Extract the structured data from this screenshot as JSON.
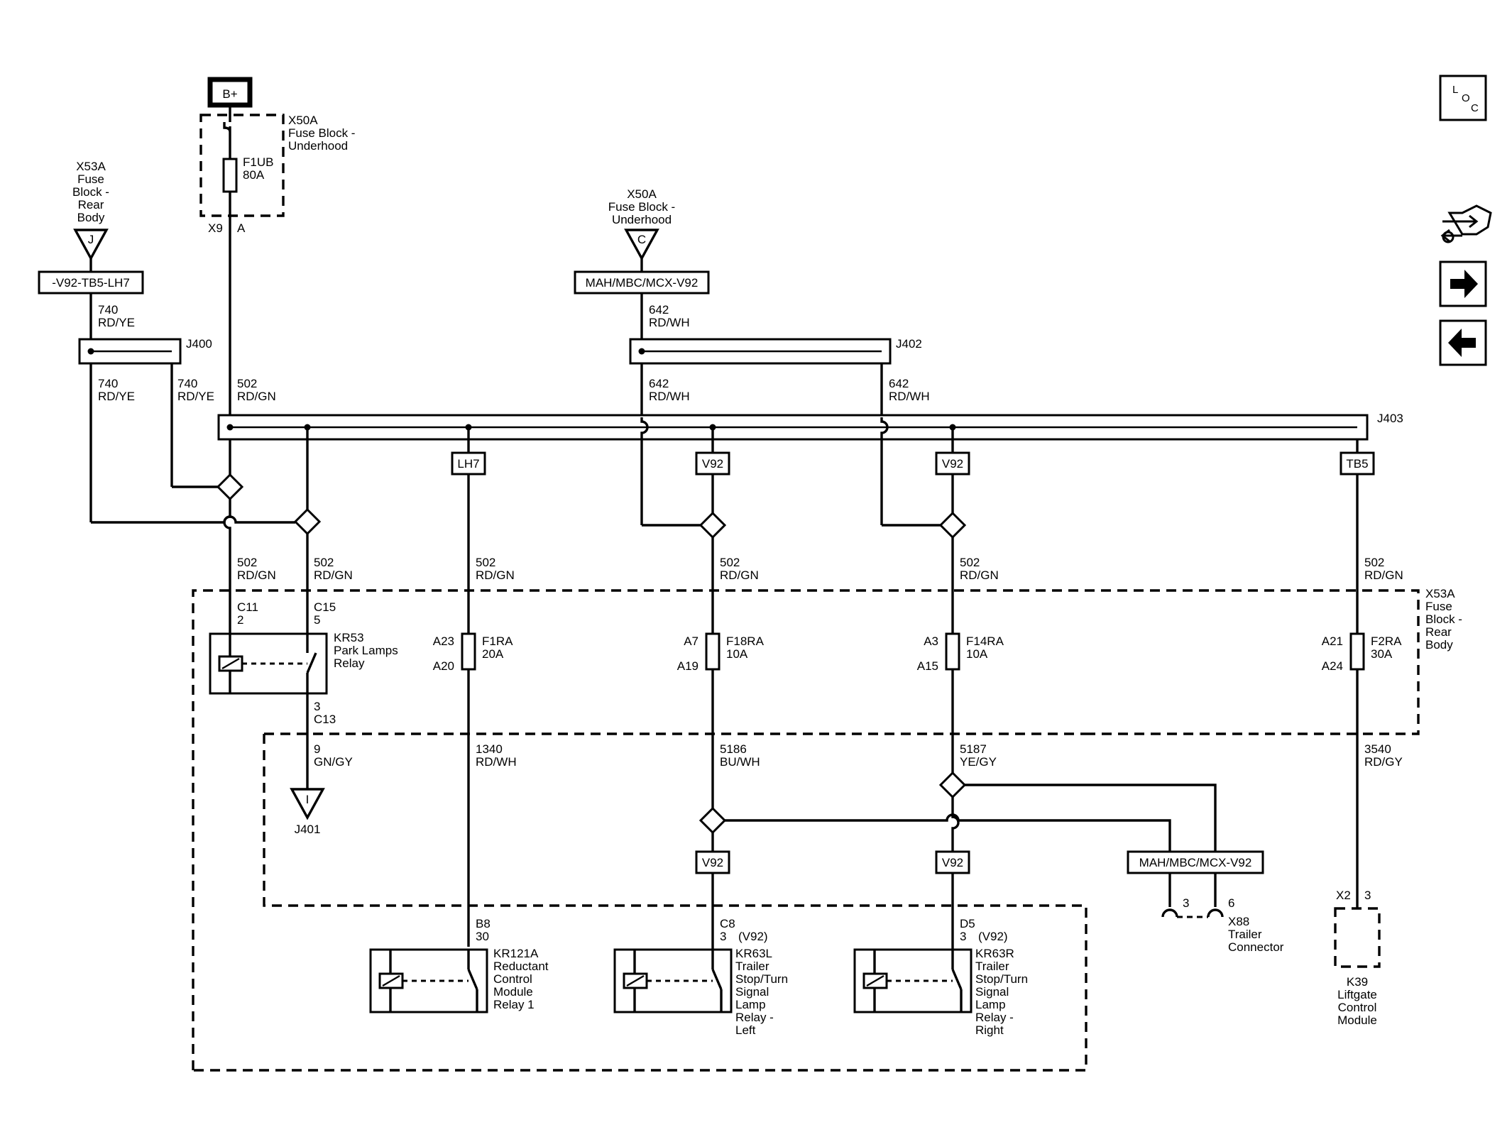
{
  "source": {
    "label": "B+"
  },
  "fuse_block_underhood": {
    "id": "X50A",
    "name_lines": [
      "Fuse Block -",
      "Underhood"
    ],
    "fuse_id": "F1UB",
    "fuse_rating": "80A",
    "connector": "X9",
    "pin": "A"
  },
  "fuse_block_underhood_c": {
    "id": "X50A",
    "name_lines": [
      "Fuse Block -",
      "Underhood"
    ],
    "terminal": "C"
  },
  "fuse_block_rear_j": {
    "name_lines": [
      "X53A",
      "Fuse",
      "Block -",
      "Rear",
      "Body"
    ],
    "terminal": "J"
  },
  "option_boxes": {
    "left_option": "-V92-TB5-LH7",
    "center_option": "MAH/MBC/MCX-V92",
    "trailer_option": "MAH/MBC/MCX-V92",
    "lh7": "LH7",
    "v92_a": "V92",
    "v92_b": "V92",
    "tb5": "TB5",
    "v92_c": "V92",
    "v92_d": "V92"
  },
  "splices": {
    "j400": "J400",
    "j402": "J402",
    "j403": "J403",
    "j401": "J401",
    "j401_terminal": "I"
  },
  "wires": {
    "w740_top": [
      "740",
      "RD/YE"
    ],
    "w740_a": [
      "740",
      "RD/YE"
    ],
    "w740_b": [
      "740",
      "RD/YE"
    ],
    "w502_main": [
      "502",
      "RD/GN"
    ],
    "w642_top": [
      "642",
      "RD/WH"
    ],
    "w642_a": [
      "642",
      "RD/WH"
    ],
    "w642_b": [
      "642",
      "RD/WH"
    ],
    "w502_c1": [
      "502",
      "RD/GN"
    ],
    "w502_c2": [
      "502",
      "RD/GN"
    ],
    "w502_c3": [
      "502",
      "RD/GN"
    ],
    "w502_c4": [
      "502",
      "RD/GN"
    ],
    "w502_c5": [
      "502",
      "RD/GN"
    ],
    "w502_c6": [
      "502",
      "RD/GN"
    ],
    "w9": [
      "9",
      "GN/GY"
    ],
    "w1340": [
      "1340",
      "RD/WH"
    ],
    "w5186": [
      "5186",
      "BU/WH"
    ],
    "w5187": [
      "5187",
      "YE/GY"
    ],
    "w3540": [
      "3540",
      "RD/GY"
    ]
  },
  "fuse_block_rear": {
    "name_lines": [
      "X53A",
      "Fuse",
      "Block -",
      "Rear",
      "Body"
    ]
  },
  "park_relay": {
    "name_lines": [
      "KR53",
      "Park Lamps",
      "Relay"
    ],
    "in_conn": [
      "C11",
      "2"
    ],
    "sw_conn": [
      "C15",
      "5"
    ],
    "out_conn": [
      "3",
      "C13"
    ]
  },
  "fuses": [
    {
      "id": "F1RA",
      "rating": "20A",
      "pin_top": "A23",
      "pin_bottom": "A20"
    },
    {
      "id": "F18RA",
      "rating": "10A",
      "pin_top": "A7",
      "pin_bottom": "A19"
    },
    {
      "id": "F14RA",
      "rating": "10A",
      "pin_top": "A3",
      "pin_bottom": "A15"
    },
    {
      "id": "F2RA",
      "rating": "30A",
      "pin_top": "A21",
      "pin_bottom": "A24"
    }
  ],
  "relays": [
    {
      "conn": [
        "B8",
        "30"
      ],
      "option": "",
      "name_lines": [
        "KR121A",
        "Reductant",
        "Control",
        "Module",
        "Relay 1"
      ]
    },
    {
      "conn": [
        "C8",
        "3"
      ],
      "option": "(V92)",
      "name_lines": [
        "KR63L",
        "Trailer",
        "Stop/Turn",
        "Signal",
        "Lamp",
        "Relay -",
        "Left"
      ]
    },
    {
      "conn": [
        "D5",
        "3"
      ],
      "option": "(V92)",
      "name_lines": [
        "KR63R",
        "Trailer",
        "Stop/Turn",
        "Signal",
        "Lamp",
        "Relay -",
        "Right"
      ]
    }
  ],
  "trailer_connector": {
    "pin_a": "3",
    "pin_b": "6",
    "name_lines": [
      "X88",
      "Trailer",
      "Connector"
    ]
  },
  "liftgate": {
    "conn": "X2",
    "pin": "3",
    "name_lines": [
      "K39",
      "Liftgate",
      "Control",
      "Module"
    ]
  },
  "nav": {
    "loc_l": "L",
    "loc_o": "O",
    "loc_c": "C"
  },
  "colors": {
    "ink": "#000000",
    "background": "#ffffff"
  }
}
